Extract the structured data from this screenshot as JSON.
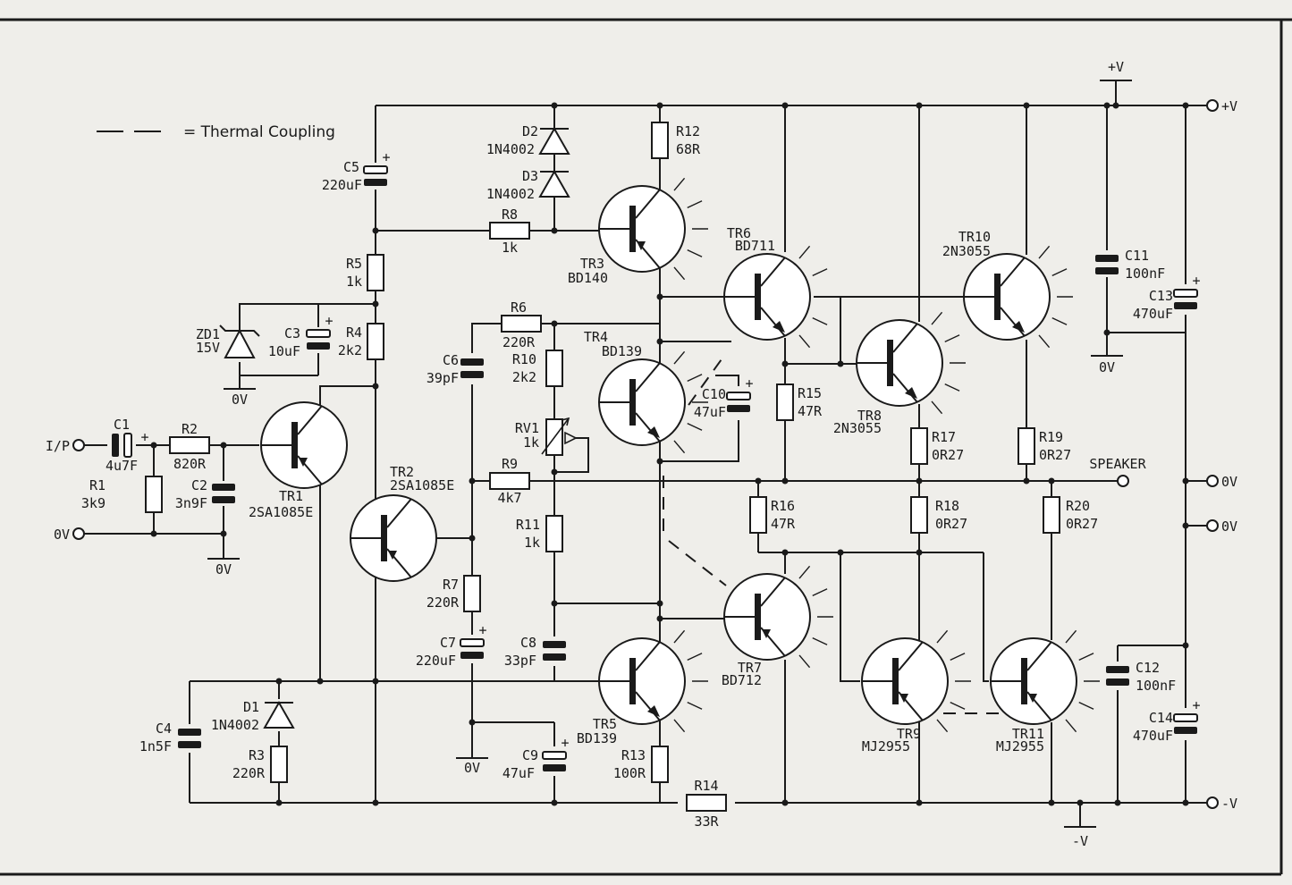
{
  "legend": {
    "symbol": "— —",
    "label": "= Thermal Coupling"
  },
  "terminals": {
    "input": "I/P",
    "input_ground": "0V",
    "supply_pos": "+V",
    "supply_neg": "-V",
    "out_pos": "+V",
    "out_0v_a": "0V",
    "out_0v_b": "0V",
    "out_neg": "-V",
    "speaker": "SPEAKER"
  },
  "grounds": [
    "0V",
    "0V",
    "0V",
    "0V"
  ],
  "resistors": {
    "R1": {
      "ref": "R1",
      "value": "3k9"
    },
    "R2": {
      "ref": "R2",
      "value": "820R"
    },
    "R3": {
      "ref": "R3",
      "value": "220R"
    },
    "R4": {
      "ref": "R4",
      "value": "2k2"
    },
    "R5": {
      "ref": "R5",
      "value": "1k"
    },
    "R6": {
      "ref": "R6",
      "value": "220R"
    },
    "R7": {
      "ref": "R7",
      "value": "220R"
    },
    "R8": {
      "ref": "R8",
      "value": "1k"
    },
    "R9": {
      "ref": "R9",
      "value": "4k7"
    },
    "R10": {
      "ref": "R10",
      "value": "2k2"
    },
    "R11": {
      "ref": "R11",
      "value": "1k"
    },
    "R12": {
      "ref": "R12",
      "value": "68R"
    },
    "R13": {
      "ref": "R13",
      "value": "100R"
    },
    "R14": {
      "ref": "R14",
      "value": "33R"
    },
    "R15": {
      "ref": "R15",
      "value": "47R"
    },
    "R16": {
      "ref": "R16",
      "value": "47R"
    },
    "R17": {
      "ref": "R17",
      "value": "0R27"
    },
    "R18": {
      "ref": "R18",
      "value": "0R27"
    },
    "R19": {
      "ref": "R19",
      "value": "0R27"
    },
    "R20": {
      "ref": "R20",
      "value": "0R27"
    },
    "RV1": {
      "ref": "RV1",
      "value": "1k"
    }
  },
  "capacitors": {
    "C1": {
      "ref": "C1",
      "value": "4u7F"
    },
    "C2": {
      "ref": "C2",
      "value": "3n9F"
    },
    "C3": {
      "ref": "C3",
      "value": "10uF"
    },
    "C4": {
      "ref": "C4",
      "value": "1n5F"
    },
    "C5": {
      "ref": "C5",
      "value": "220uF"
    },
    "C6": {
      "ref": "C6",
      "value": "39pF"
    },
    "C7": {
      "ref": "C7",
      "value": "220uF"
    },
    "C8": {
      "ref": "C8",
      "value": "33pF"
    },
    "C9": {
      "ref": "C9",
      "value": "47uF"
    },
    "C10": {
      "ref": "C10",
      "value": "47uF"
    },
    "C11": {
      "ref": "C11",
      "value": "100nF"
    },
    "C12": {
      "ref": "C12",
      "value": "100nF"
    },
    "C13": {
      "ref": "C13",
      "value": "470uF"
    },
    "C14": {
      "ref": "C14",
      "value": "470uF"
    }
  },
  "diodes": {
    "D1": {
      "ref": "D1",
      "value": "1N4002"
    },
    "D2": {
      "ref": "D2",
      "value": "1N4002"
    },
    "D3": {
      "ref": "D3",
      "value": "1N4002"
    },
    "ZD1": {
      "ref": "ZD1",
      "value": "15V"
    }
  },
  "transistors": {
    "TR1": {
      "ref": "TR1",
      "part": "2SA1085E"
    },
    "TR2": {
      "ref": "TR2",
      "part": "2SA1085E"
    },
    "TR3": {
      "ref": "TR3",
      "part": "BD140"
    },
    "TR4": {
      "ref": "TR4",
      "part": "BD139"
    },
    "TR5": {
      "ref": "TR5",
      "part": "BD139"
    },
    "TR6": {
      "ref": "TR6",
      "part": "BD711"
    },
    "TR7": {
      "ref": "TR7",
      "part": "BD712"
    },
    "TR8": {
      "ref": "TR8",
      "part": "2N3055"
    },
    "TR9": {
      "ref": "TR9",
      "part": "MJ2955"
    },
    "TR10": {
      "ref": "TR10",
      "part": "2N3055"
    },
    "TR11": {
      "ref": "TR11",
      "part": "MJ2955"
    }
  },
  "polarity_mark": "+"
}
